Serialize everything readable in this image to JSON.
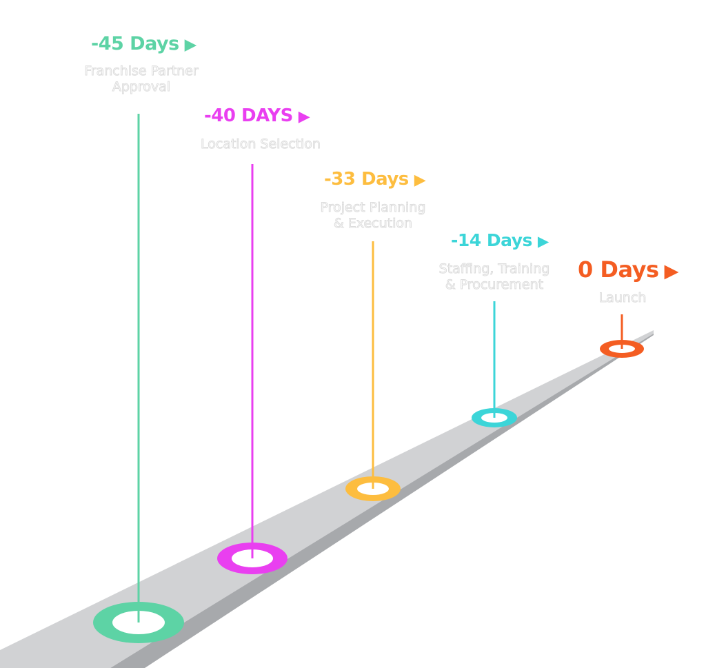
{
  "title": "Franchise Launch Timeline",
  "colors": {
    "road_top": "#d1d2d4",
    "road_side": "#a7a9ac",
    "background": "#ffffff"
  },
  "milestones": [
    {
      "id": "m45",
      "days": "-45 Days",
      "label_lines": [
        "Franchise Partner",
        "Approval"
      ],
      "color": "#5dd3a5",
      "arrow": "▶"
    },
    {
      "id": "m40",
      "days": "-40 DAYS",
      "label_lines": [
        "Location Selection"
      ],
      "color": "#e93ff0",
      "arrow": "▶"
    },
    {
      "id": "m33",
      "days": "-33 Days",
      "label_lines": [
        "Project Planning",
        "& Execution"
      ],
      "color": "#fdbd3f",
      "arrow": "▶"
    },
    {
      "id": "m14",
      "days": "-14 Days",
      "label_lines": [
        "Staffing, Training",
        "& Procurement"
      ],
      "color": "#3cd5d8",
      "arrow": "▶"
    },
    {
      "id": "m0",
      "days": "0 Days",
      "label_lines": [
        "Launch"
      ],
      "color": "#f45d22",
      "arrow": "▶"
    }
  ]
}
